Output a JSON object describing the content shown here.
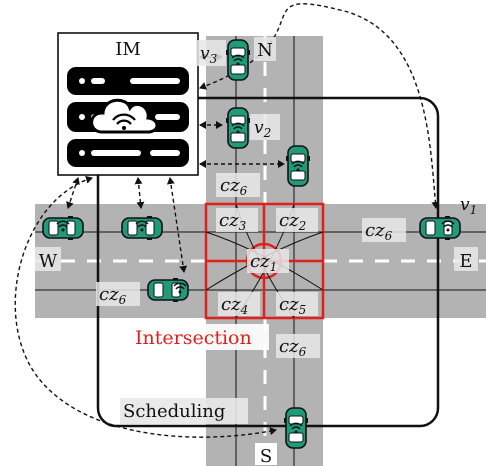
{
  "infrastructure": {
    "im_label": "IM"
  },
  "directions": {
    "north": "N",
    "south": "S",
    "east": "E",
    "west": "W"
  },
  "vehicles": {
    "v1": "v",
    "v1_sub": "1",
    "v2": "v",
    "v2_sub": "2",
    "v3": "v",
    "v3_sub": "3"
  },
  "conflict_zones": {
    "prefix": "cz",
    "cz1": "1",
    "cz2": "2",
    "cz3": "3",
    "cz4": "4",
    "cz5": "5",
    "cz6": "6"
  },
  "labels": {
    "intersection": "Intersection",
    "scheduling": "Scheduling"
  },
  "colors": {
    "road": "#b3b3b3",
    "car_body": "#1f9b7a",
    "intersection_outline": "#e0201b",
    "server_box": "#000000"
  }
}
